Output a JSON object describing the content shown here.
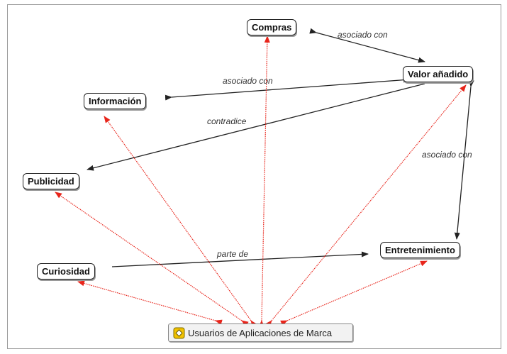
{
  "nodes": {
    "compras": "Compras",
    "valor": "Valor añadido",
    "informacion": "Información",
    "publicidad": "Publicidad",
    "curiosidad": "Curiosidad",
    "entretenimiento": "Entretenimiento",
    "center": "Usuarios de Aplicaciones de Marca"
  },
  "edge_labels": {
    "compras_valor": "asociado con",
    "info_valor": "asociado con",
    "publicidad_valor": "contradice",
    "valor_entretenimiento": "asociado con",
    "curiosidad_entretenimiento": "parte de"
  },
  "colors": {
    "relation_edge": "#222222",
    "user_edge": "#e8251b",
    "center_icon": "#f2c200"
  },
  "icons": {
    "center": "puzzle-icon"
  }
}
